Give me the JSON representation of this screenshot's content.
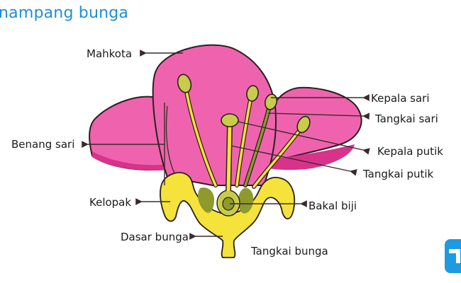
{
  "title": "nampang bunga",
  "labels": {
    "mahkota": "Mahkota",
    "kepala_sari": "Kepala sari",
    "tangkai_sari": "Tangkai sari",
    "benang_sari": "Benang sari",
    "kepala_putik": "Kepala putik",
    "tangkai_putik": "Tangkai putik",
    "kelopak": "Kelopak",
    "bakal_biji": "Bakal biji",
    "dasar_bunga": "Dasar bunga",
    "tangkai_bunga": "Tangkai bunga"
  },
  "colors": {
    "petal": "#ef63ae",
    "petal_dark": "#d8328a",
    "sepal": "#f5e23a",
    "ovary_dark": "#8e9a2c",
    "anther": "#c8cc4a",
    "outline": "#3a2a2a",
    "title": "#1e8fd6"
  },
  "logo_icon": "brand-logo-icon"
}
